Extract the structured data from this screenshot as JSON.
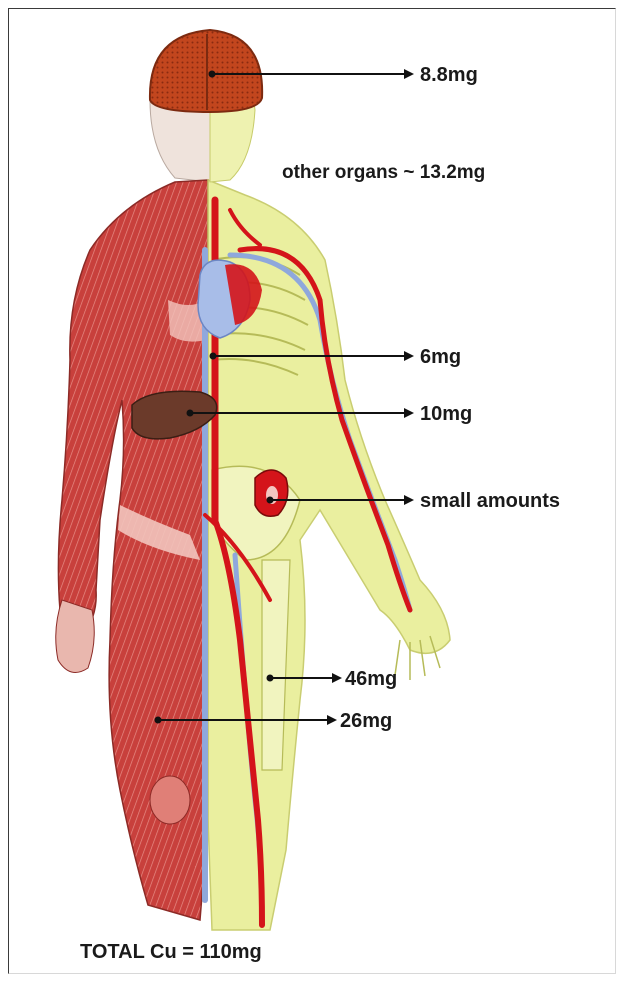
{
  "figure": {
    "labels": {
      "brain": "8.8mg",
      "other_organs": "other organs ~ 13.2mg",
      "blood": "6mg",
      "liver": "10mg",
      "kidney": "small amounts",
      "skeleton": "46mg",
      "muscle": "26mg"
    },
    "total": "TOTAL Cu = 110mg"
  },
  "colors": {
    "muscle": "#c8403c",
    "muscle_light": "#e58a84",
    "skeleton": "#e9ef9a",
    "artery": "#d4141a",
    "vein": "#8fa8dc",
    "brain": "#c2461e",
    "liver": "#6b3a2a",
    "arrow": "#111111"
  }
}
